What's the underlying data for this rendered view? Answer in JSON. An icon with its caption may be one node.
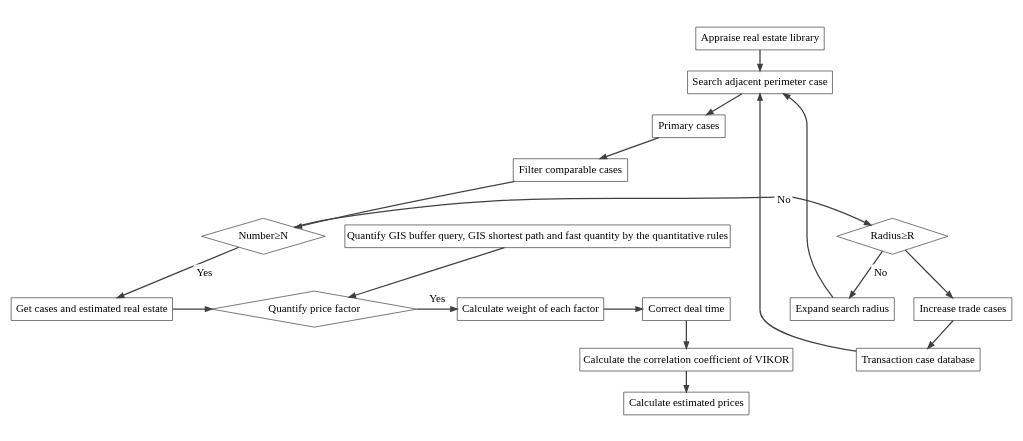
{
  "diagram": {
    "nodes": [
      {
        "text": [
          "Appraise real estate library"
        ]
      },
      {
        "text": [
          "Search adjacent perimeter case"
        ]
      },
      {
        "text": [
          "Transaction case database"
        ]
      },
      {
        "text": [
          "Primary cases"
        ]
      },
      {
        "text": [
          "Expand search radius"
        ]
      },
      {
        "text": [
          "Filter comparable cases"
        ]
      },
      {
        "text": [
          "Increase trade cases"
        ]
      },
      {
        "text": [
          "Calculate estimated prices"
        ]
      },
      {
        "text": [
          "Number≥N"
        ]
      },
      {
        "text": [
          "Radius≥R"
        ]
      },
      {
        "text": [
          "Quantify GIS buffer query, GIS shortest path and fast quantity by the quantitative rules"
        ]
      },
      {
        "text": [
          "Calculate the correlation coefficient of VIKOR"
        ]
      },
      {
        "text": [
          "Get cases and estimated real estate"
        ]
      },
      {
        "text": [
          "Quantify price factor"
        ]
      },
      {
        "text": [
          "Calculate weight of each factor"
        ]
      },
      {
        "text": [
          "Correct deal time"
        ]
      }
    ],
    "edges": [
      {
        "from": 0,
        "to": 1,
        "arrow": "to"
      },
      {
        "from": 1,
        "to": 3,
        "arrow": "to"
      },
      {
        "from": 3,
        "to": 5,
        "arrow": "to"
      },
      {
        "from": 5,
        "to": 8,
        "arrow": "to"
      },
      {
        "from": 8,
        "to": 9,
        "label": "No",
        "arrow": "to"
      },
      {
        "from": 9,
        "to": 4,
        "label": "No",
        "arrow": "to"
      },
      {
        "from": 9,
        "to": 6,
        "arrow": "to"
      },
      {
        "from": 4,
        "to": 1,
        "arrow": "to"
      },
      {
        "from": 2,
        "to": 1,
        "arrow": "to"
      },
      {
        "from": 6,
        "to": 2,
        "arrow": "to"
      },
      {
        "from": 8,
        "to": 12,
        "label": "Yes",
        "arrow": "to"
      },
      {
        "from": 12,
        "to": 13,
        "arrow": "to"
      },
      {
        "from": 10,
        "to": 13,
        "arrow": "to"
      },
      {
        "from": 13,
        "to": 14,
        "label": "Yes",
        "arrow": "to"
      },
      {
        "from": 14,
        "to": 15,
        "arrow": "to"
      },
      {
        "from": 15,
        "to": 11,
        "arrow": "to"
      },
      {
        "from": 11,
        "to": 7,
        "arrow": "to"
      }
    ]
  }
}
